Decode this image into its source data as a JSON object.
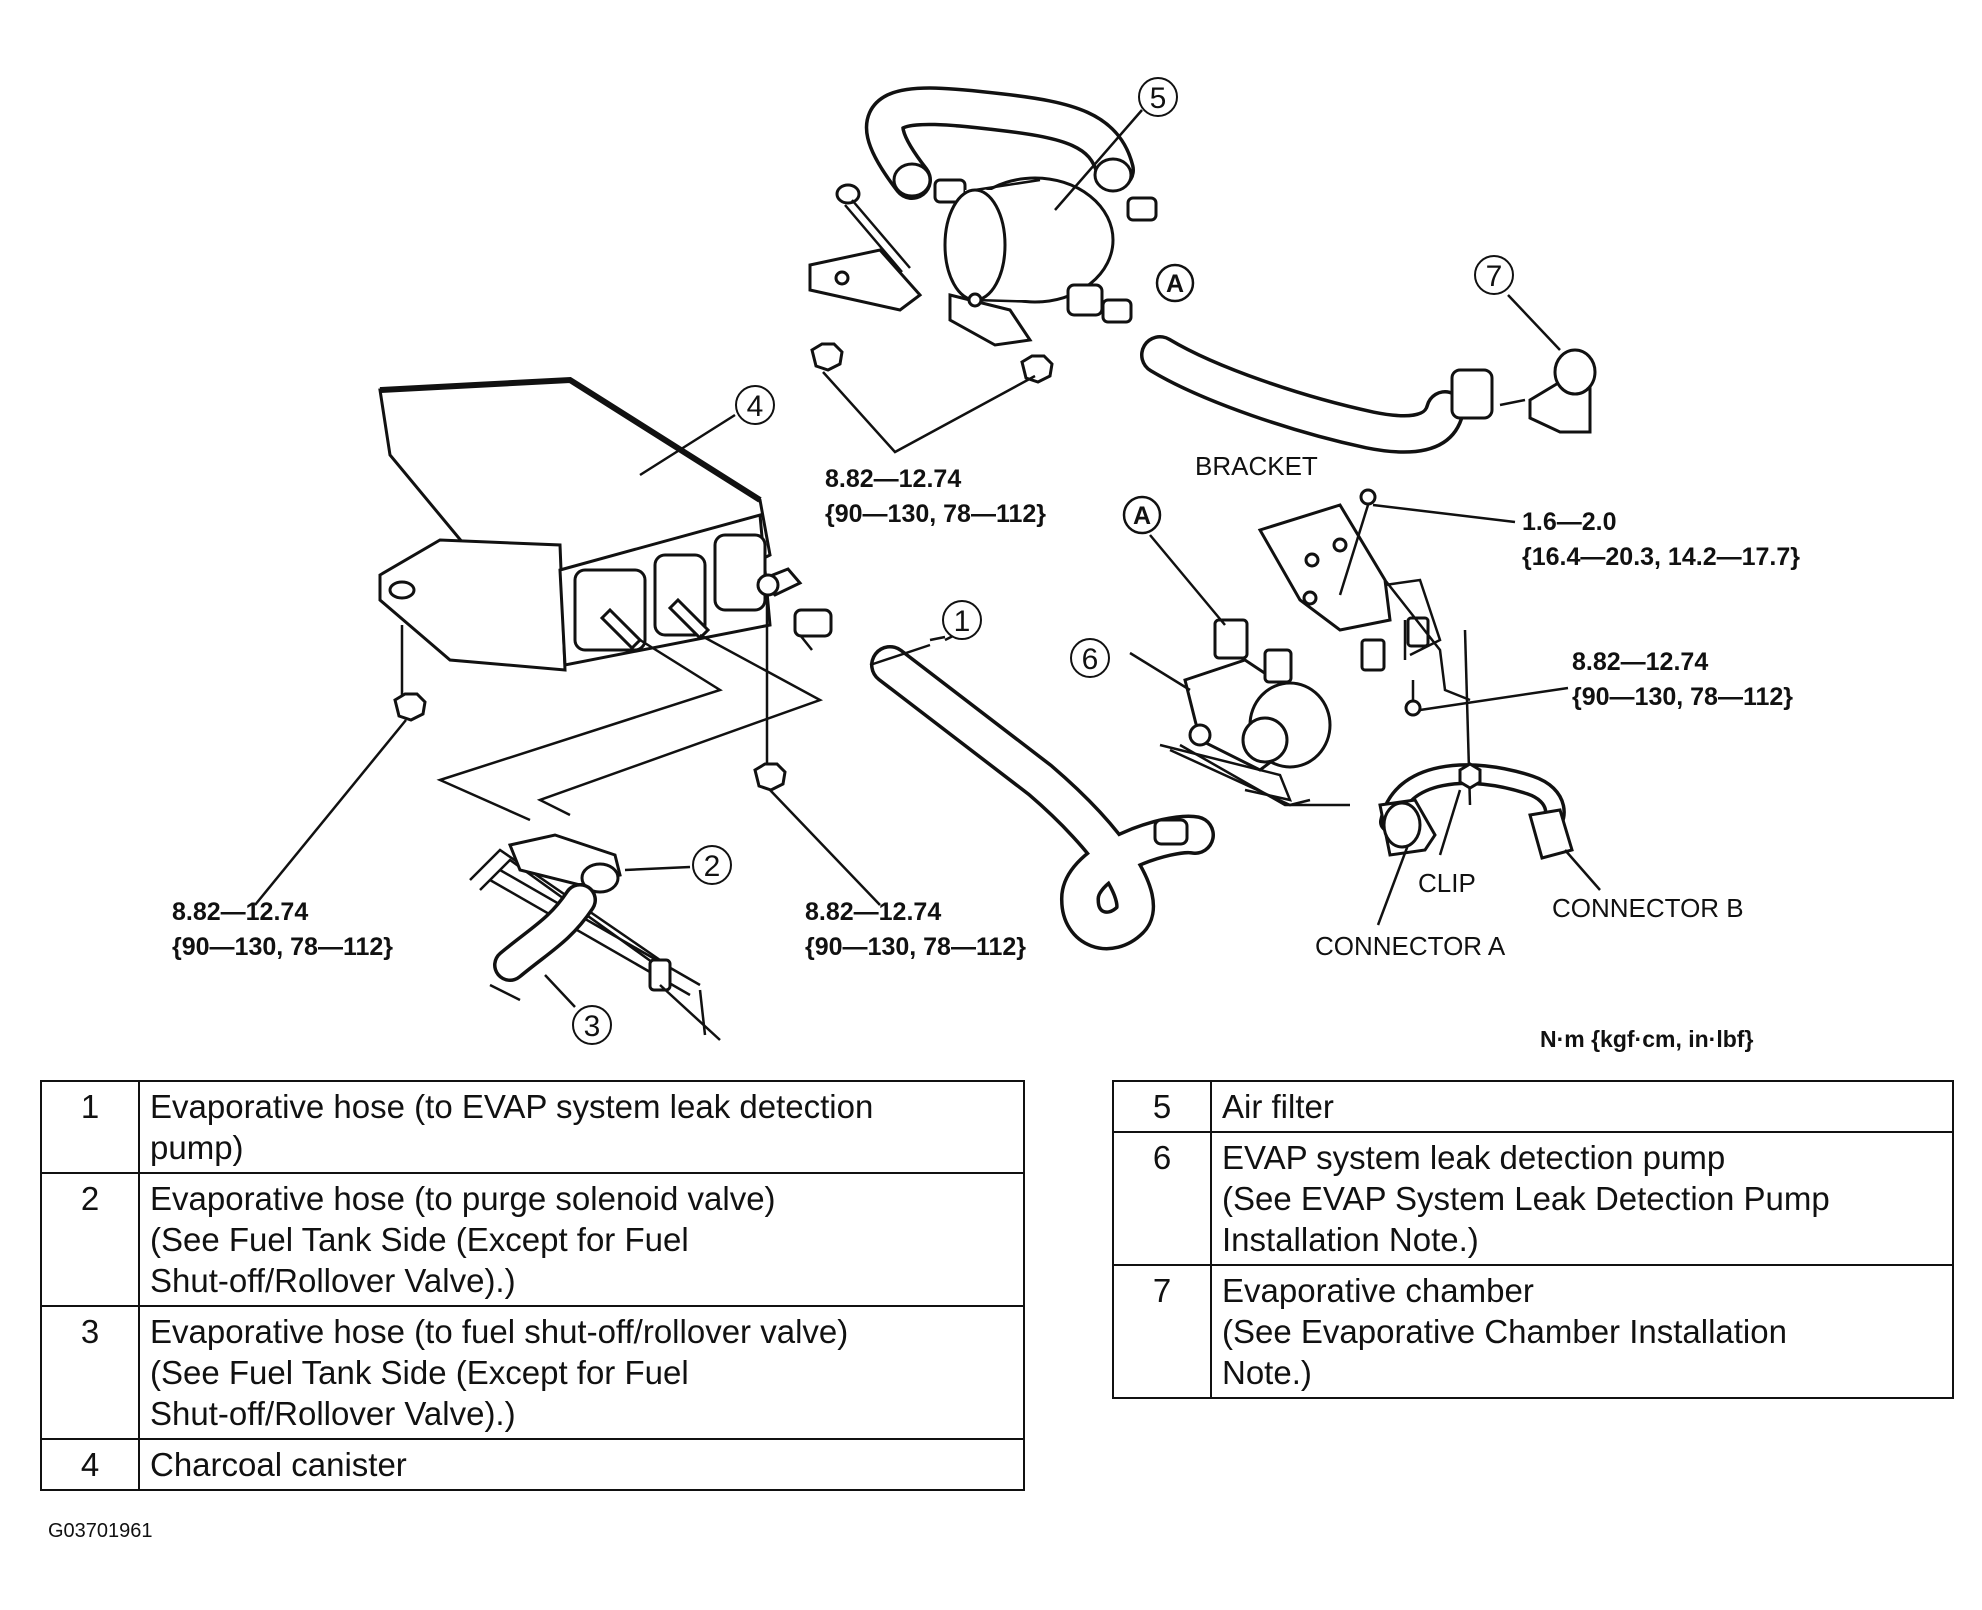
{
  "diagram": {
    "callouts": [
      "1",
      "2",
      "3",
      "4",
      "5",
      "6",
      "7"
    ],
    "connection_marker": "A",
    "labels": {
      "bracket": "BRACKET",
      "clip": "CLIP",
      "connector_a": "CONNECTOR A",
      "connector_b": "CONNECTOR B"
    },
    "torque": {
      "canister_left": {
        "value": "8.82—12.74",
        "alt": "{90—130, 78—112}"
      },
      "canister_right": {
        "value": "8.82—12.74",
        "alt": "{90—130, 78—112}"
      },
      "air_filter": {
        "value": "8.82—12.74",
        "alt": "{90—130, 78—112}"
      },
      "bracket_bolt": {
        "value": "1.6—2.0",
        "alt": "{16.4—20.3, 14.2—17.7}"
      },
      "bracket_nut": {
        "value": "8.82—12.74",
        "alt": "{90—130, 78—112}"
      }
    },
    "units": "N·m {kgf·cm, in·lbf}",
    "figure_id": "G03701961"
  },
  "legend_left": [
    {
      "num": "1",
      "lines": [
        "Evaporative hose (to EVAP system leak detection",
        "pump)"
      ]
    },
    {
      "num": "2",
      "lines": [
        "Evaporative hose (to purge solenoid valve)",
        "(See Fuel Tank Side (Except for Fuel",
        "Shut-off/Rollover Valve).)"
      ]
    },
    {
      "num": "3",
      "lines": [
        "Evaporative hose (to fuel shut-off/rollover valve)",
        "(See Fuel Tank Side (Except for Fuel",
        "Shut-off/Rollover Valve).)"
      ]
    },
    {
      "num": "4",
      "lines": [
        "Charcoal canister"
      ]
    }
  ],
  "legend_right": [
    {
      "num": "5",
      "lines": [
        "Air filter"
      ]
    },
    {
      "num": "6",
      "lines": [
        "EVAP system leak detection pump",
        "(See EVAP System Leak Detection Pump",
        "Installation Note.)"
      ]
    },
    {
      "num": "7",
      "lines": [
        "Evaporative chamber",
        "(See Evaporative Chamber Installation",
        "Note.)"
      ]
    }
  ]
}
